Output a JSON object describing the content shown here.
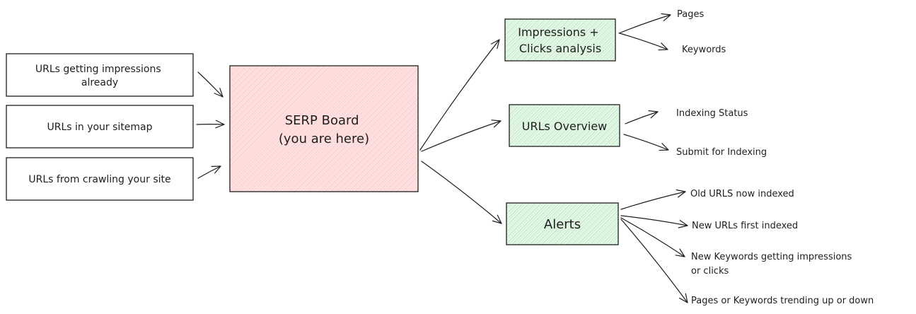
{
  "inputs": [
    {
      "lines": [
        "URLs getting impressions",
        "already"
      ]
    },
    {
      "lines": [
        "URLs in your sitemap"
      ]
    },
    {
      "lines": [
        "URLs from crawling your site"
      ]
    }
  ],
  "center": {
    "lines": [
      "SERP Board",
      "(you are here)"
    ]
  },
  "outputs": [
    {
      "lines": [
        "Impressions +",
        "Clicks analysis"
      ],
      "children": [
        {
          "lines": [
            "Pages"
          ]
        },
        {
          "lines": [
            "Keywords"
          ]
        }
      ]
    },
    {
      "lines": [
        "URLs Overview"
      ],
      "children": [
        {
          "lines": [
            "Indexing Status"
          ]
        },
        {
          "lines": [
            "Submit for Indexing"
          ]
        }
      ]
    },
    {
      "lines": [
        "Alerts"
      ],
      "children": [
        {
          "lines": [
            "Old URLS now indexed"
          ]
        },
        {
          "lines": [
            "New URLs first indexed"
          ]
        },
        {
          "lines": [
            "New Keywords getting impressions",
            "or clicks"
          ]
        },
        {
          "lines": [
            "Pages or Keywords trending up or down"
          ]
        }
      ]
    }
  ],
  "colors": {
    "stroke": "#1e1e1e",
    "center_fill": "#ffc9c9",
    "center_hatch": "#e03131",
    "output_fill": "#b2f2bb",
    "output_hatch": "#2f9e44",
    "input_fill": "#ffffff"
  }
}
